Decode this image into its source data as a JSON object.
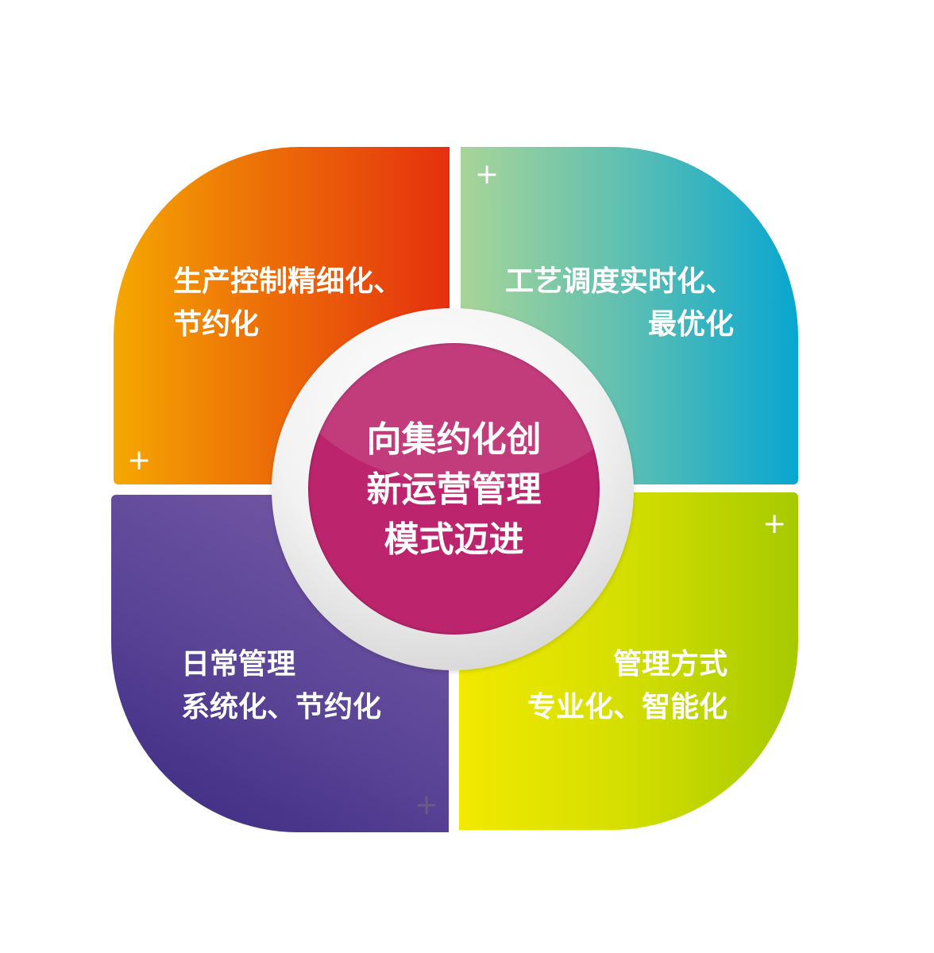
{
  "center": {
    "lines": [
      "向集约化创",
      "新运营管理",
      "模式迈进"
    ]
  },
  "quadrants": {
    "top_left": {
      "lines": [
        "生产控制精细化、",
        "节约化"
      ],
      "color": "#ee7a06"
    },
    "top_right": {
      "lines": [
        "工艺调度实时化、",
        "最优化"
      ],
      "color": "#6cc3ad"
    },
    "bottom_left": {
      "lines": [
        "日常管理",
        "系统化、节约化"
      ],
      "color": "#5a4496"
    },
    "bottom_right": {
      "lines": [
        "管理方式",
        "专业化、智能化"
      ],
      "color": "#d3de00"
    }
  },
  "plus_glyph": "+",
  "center_color": "#bc256d"
}
